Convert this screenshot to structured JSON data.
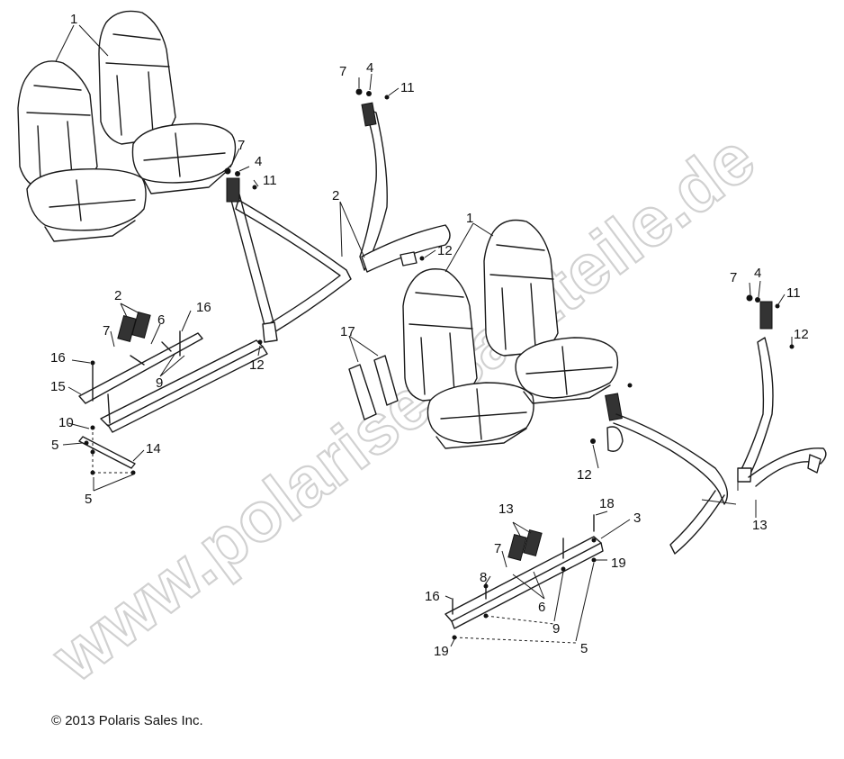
{
  "copyright": "© 2013 Polaris Sales Inc.",
  "watermark": "www.polarisersatzteile.de",
  "callouts": {
    "c1a": "1",
    "c7a": "7",
    "c4a": "4",
    "c11a": "11",
    "c7b": "7",
    "c4b": "4",
    "c11b": "11",
    "c2a": "2",
    "c12a": "12",
    "c1b": "1",
    "c7c": "7",
    "c4c": "4",
    "c11c": "11",
    "c12b": "12",
    "c2b": "2",
    "c6a": "6",
    "c16a": "16",
    "c7d": "7",
    "c16b": "16",
    "c9a": "9",
    "c15": "15",
    "c12c": "12",
    "c17": "17",
    "c10": "10",
    "c5a": "5",
    "c14": "14",
    "c5b": "5",
    "c12d": "12",
    "c13a": "13",
    "c13b": "13",
    "c18": "18",
    "c3": "3",
    "c7e": "7",
    "c19a": "19",
    "c8": "8",
    "c16c": "16",
    "c6b": "6",
    "c9b": "9",
    "c19b": "19",
    "c5c": "5"
  }
}
